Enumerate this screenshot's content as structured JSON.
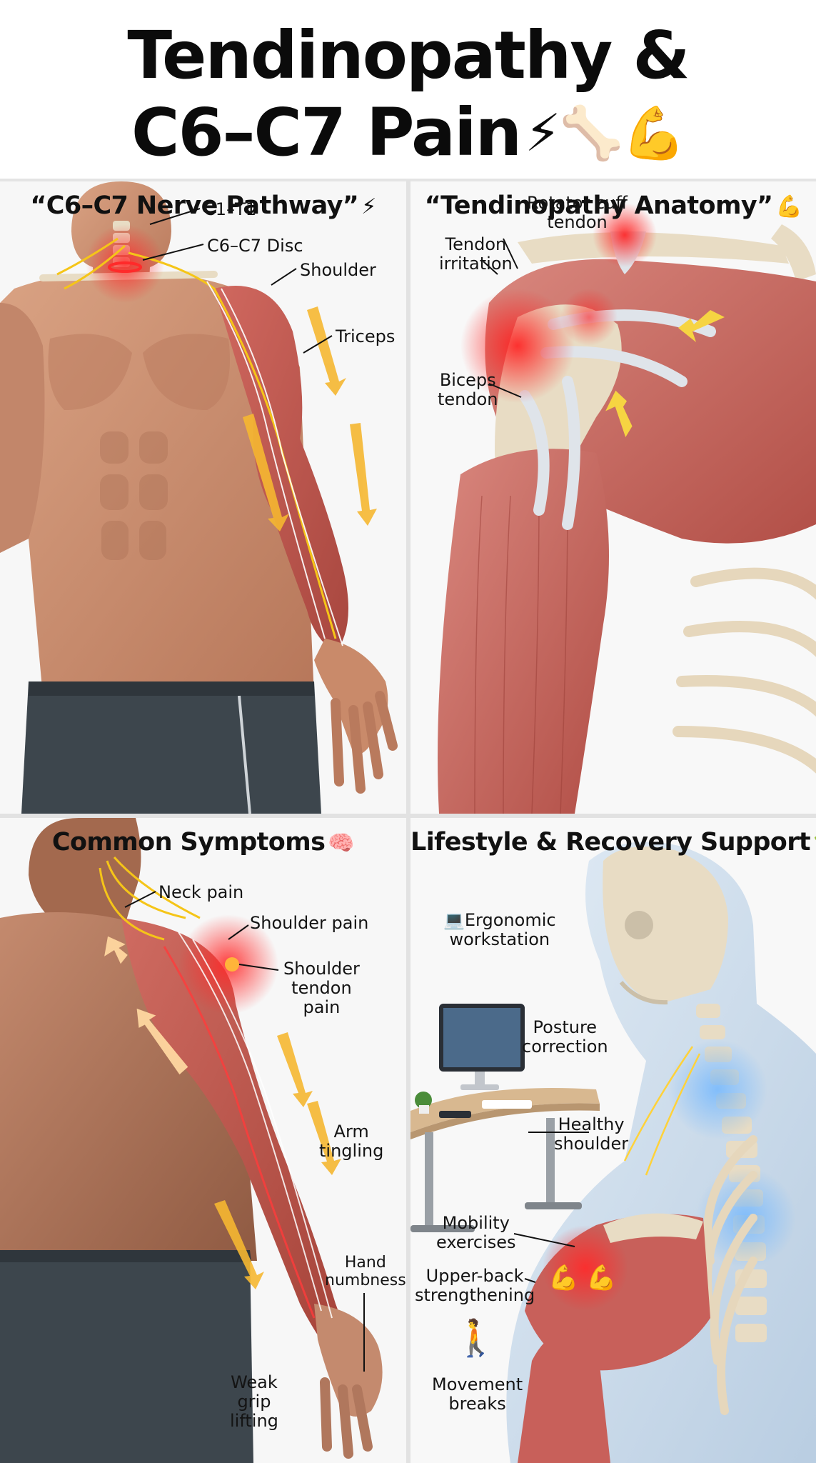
{
  "title": {
    "line1": "Tendinopathy &",
    "line2": "C6–C7 Pain",
    "emojis": "⚡🦴💪"
  },
  "panels": {
    "nerve": {
      "title": "“C6–C7 Nerve Pathway”",
      "emoji": "⚡",
      "labels": {
        "c1t1": "C1–T1",
        "disc": "C6–C7 Disc",
        "shoulder": "Shoulder",
        "triceps": "Triceps"
      }
    },
    "anatomy": {
      "title": "“Tendinopathy Anatomy”",
      "emoji": "💪",
      "labels": {
        "rotator": "Rotator cuff\ntendon",
        "irritation": "Tendon\nirritation",
        "biceps": "Biceps\ntendon"
      }
    },
    "symptoms": {
      "title": "Common Symptoms",
      "emoji": "🧠",
      "labels": {
        "neck": "Neck pain",
        "shoulder_pain": "Shoulder pain",
        "tendon_pain": "Shoulder\ntendon\npain",
        "arm": "Arm\ntingling",
        "hand": "Hand\nnumbness",
        "grip": "Weak\ngrip\nlifting"
      }
    },
    "lifestyle": {
      "title": "Lifestyle & Recovery Support",
      "emoji": "🌱",
      "labels": {
        "ergonomic_icon": "💻",
        "ergonomic": "Ergonomic\nworkstation",
        "posture": "Posture\ncorrection",
        "healthy": "Healthy\nshoulder",
        "mobility": "Mobility\nexercises",
        "upperback": "Upper-back\nstrengthening",
        "upperback_icons": "💪 💪",
        "walker_icon": "🚶",
        "movement": "Movement\nbreaks"
      }
    }
  },
  "colors": {
    "skin": "#c98a6a",
    "muscle": "#c8605a",
    "bone": "#e8dcc4",
    "nerve": "#f5c518",
    "pain_glow": "#ff2a2a",
    "shorts": "#3d464d",
    "divider": "#e2e2e2"
  }
}
